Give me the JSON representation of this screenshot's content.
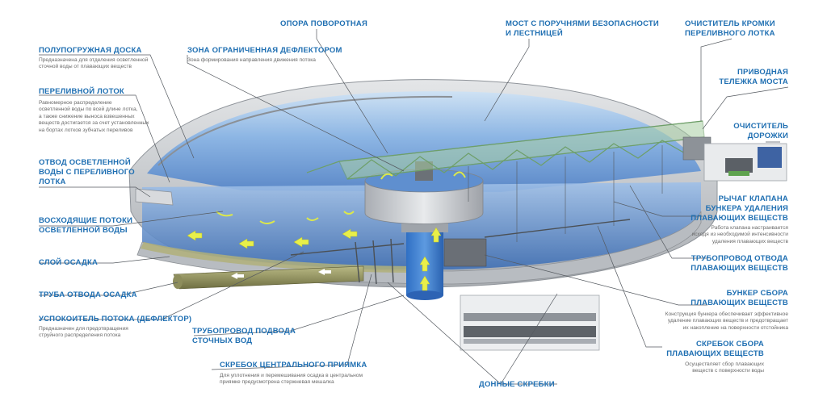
{
  "labels": {
    "opora": "ОПОРА ПОВОРОТНАЯ",
    "most": "МОСТ С ПОРУЧНЯМИ БЕЗОПАСНОСТИ\nИ ЛЕСТНИЦЕЙ",
    "ochistitel_kromki": "ОЧИСТИТЕЛЬ КРОМКИ\nПЕРЕЛИВНОГО ЛОТКА",
    "polupogruzhnaya": "ПОЛУПОГРУЖНАЯ ДОСКА",
    "polupogruzhnaya_desc": "Предназначена для отделения осветленной\nсточной воды от плавающих веществ",
    "zona": "ЗОНА ОГРАНИЧЕННАЯ ДЕФЛЕКТОРОМ",
    "zona_desc": "Зона формирования направления движения потока",
    "privodnaya": "ПРИВОДНАЯ\nТЕЛЕЖКА МОСТА",
    "perelivnoy": "ПЕРЕЛИВНОЙ ЛОТОК",
    "perelivnoy_desc": "Равномерное распределение\nосветленной воды по всей длине лотка,\nа также снижение выноса взвешенных\nвеществ достигается за счет установленных\nна бортах лотков зубчатых переливов",
    "ochistitel_dorozhki": "ОЧИСТИТЕЛЬ\nДОРОЖКИ",
    "otvod": "ОТВОД ОСВЕТЛЕННОЙ\nВОДЫ С ПЕРЕЛИВНОГО\nЛОТКА",
    "rychag": "РЫЧАГ КЛАПАНА\nБУНКЕРА УДАЛЕНИЯ\nПЛАВАЮЩИХ ВЕЩЕСТВ",
    "rychag_desc": "Работа клапана настраивается\nисходя из необходимой интенсивности\nудаления плавающих веществ",
    "voskhodyashchie": "ВОСХОДЯЩИЕ ПОТОКИ\nОСВЕТЛЕННОЙ ВОДЫ",
    "truboprovod_otvoda": "ТРУБОПРОВОД ОТВОДА\nПЛАВАЮЩИХ ВЕЩЕСТВ",
    "sloy": "СЛОЙ ОСАДКА",
    "truba": "ТРУБА ОТВОДА ОСАДКА",
    "bunker": "БУНКЕР СБОРА\nПЛАВАЮЩИХ ВЕЩЕСТВ",
    "bunker_desc": "Конструкция бункера обеспечивает эффективное\nудаление плавающих веществ и предотвращает\nих накопление на поверхности отстойника",
    "uspokoitel": "УСПОКОИТЕЛЬ ПОТОКА (ДЕФЛЕКТОР)",
    "uspokoitel_desc": "Предназначен для предотвращения\nструйного распределения потока",
    "truboprovod_podvoda": "ТРУБОПРОВОД ПОДВОДА\nСТОЧНЫХ ВОД",
    "skrebok_sbora": "СКРЕБОК СБОРА\nПЛАВАЮЩИХ ВЕЩЕСТВ",
    "skrebok_sbora_desc": "Осуществляет сбор плавающих\nвеществ с поверхности воды",
    "skrebok_priyamka": "СКРЕБОК ЦЕНТРАЛЬНОГО ПРИЯМКА",
    "skrebok_priyamka_desc": "Для уплотнения и перемешивания осадка в центральном\nприямке предусмотрена стержневая мешалка",
    "donnye": "ДОННЫЕ СКРЕБКИ"
  },
  "colors": {
    "label": "#1f6fb2",
    "desc": "#6a6a6a",
    "water": "#6f9fd6",
    "bridge": "#8fbf8a",
    "concrete": "#c9ccd0",
    "flow_arrow": "#e8ef4a",
    "sludge": "#9a9a62"
  },
  "icons": [
    "flow-arrow-icon",
    "white-arrow-icon"
  ]
}
